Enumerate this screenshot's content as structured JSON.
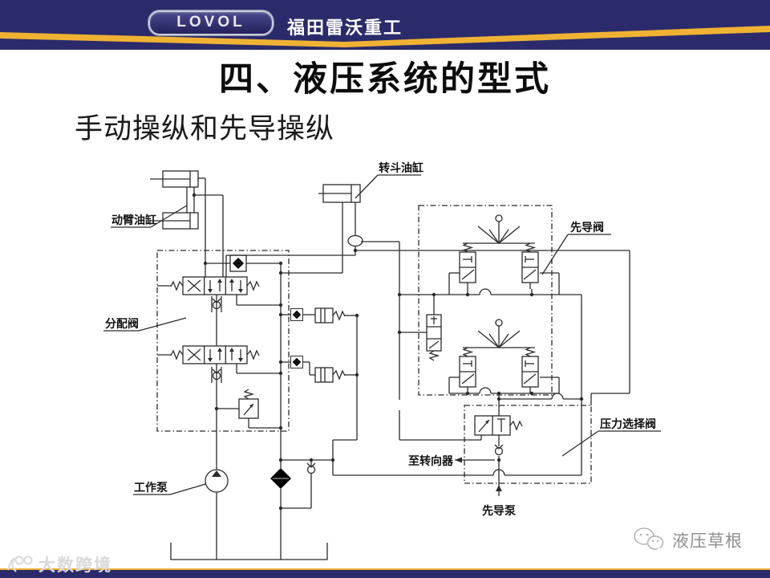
{
  "header": {
    "logo_text": "LOVOL",
    "brand_name": "福田雷沃重工"
  },
  "title": "四、液压系统的型式",
  "subtitle": "手动操纵和先导操纵",
  "diagram": {
    "labels": {
      "bucket_cylinder": "转斗油缸",
      "boom_cylinder": "动臂油缸",
      "pilot_valve": "先导阀",
      "distribution_valve": "分配阀",
      "pressure_selector_valve": "压力选择阀",
      "to_steering": "至转向器",
      "working_pump": "工作泵",
      "pilot_pump": "先导泵"
    }
  },
  "watermarks": {
    "bottom_left": "大数跨境",
    "bottom_right": "液压草根"
  },
  "colors": {
    "header_navy": "#2b2a6b",
    "ribbon_gold": "#f0b233",
    "line": "#2b2b2b",
    "title_text": "#0d0d0d"
  }
}
